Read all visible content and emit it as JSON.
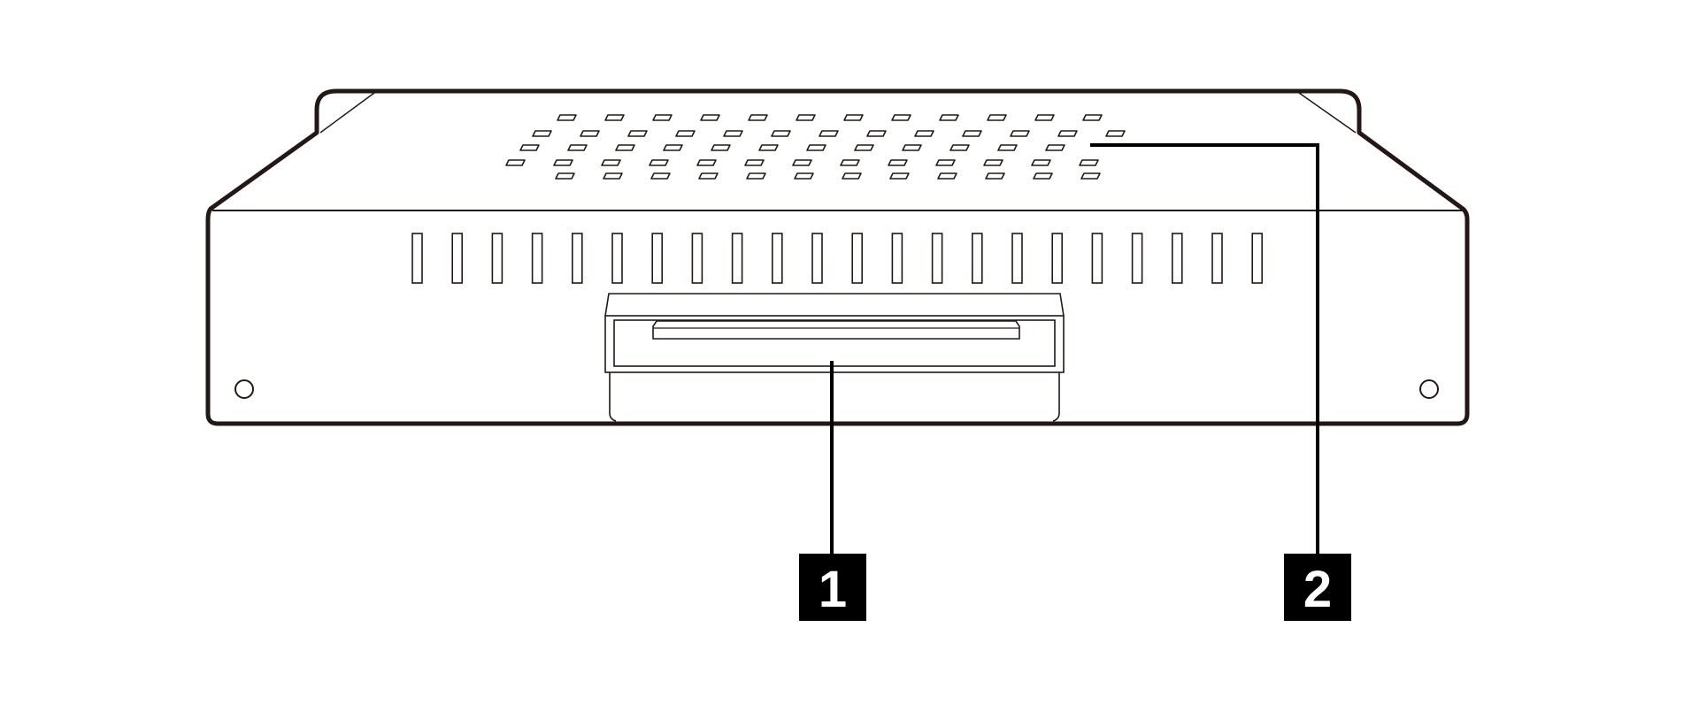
{
  "diagram": {
    "colors": {
      "outline": "#231815",
      "badge_fill": "#000000",
      "badge_text": "#ffffff",
      "background": "#ffffff"
    },
    "callouts": [
      {
        "id": "1",
        "label": "1",
        "target": "drive-connector-slot"
      },
      {
        "id": "2",
        "label": "2",
        "target": "top-vent-holes"
      }
    ]
  }
}
